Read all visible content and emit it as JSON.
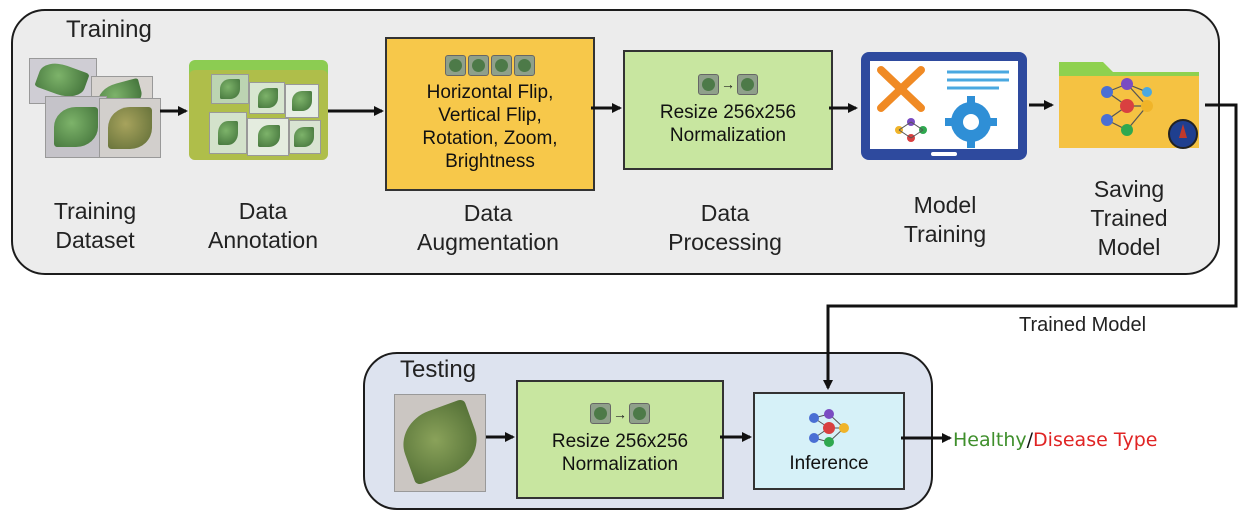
{
  "training": {
    "title": "Training",
    "stages": {
      "dataset": "Training\nDataset",
      "annotation": "Data\nAnnotation",
      "augmentation": "Data\nAugmentation",
      "processing": "Data\nProcessing",
      "model_training": "Model\nTraining",
      "saving": "Saving\nTrained\nModel"
    },
    "augmentation_box": [
      "Horizontal Flip,",
      "Vertical Flip,",
      "Rotation, Zoom,",
      "Brightness"
    ],
    "processing_box": [
      "Resize 256x256",
      "Normalization"
    ]
  },
  "connector_label": "Trained Model",
  "testing": {
    "title": "Testing",
    "processing_box": [
      "Resize 256x256",
      "Normalization"
    ],
    "inference_box": "Inference"
  },
  "output": {
    "healthy": "Healthy",
    "separator": "/",
    "disease": "Disease Type",
    "healthy_color": "#3f8f2c",
    "disease_color": "#e02424"
  },
  "icons": [
    "leaf-photo",
    "annotation-folder",
    "augmented-thumbnails",
    "resize-icon",
    "monitor-tools-icon",
    "neural-network-icon",
    "folder-icon",
    "compass-icon"
  ]
}
